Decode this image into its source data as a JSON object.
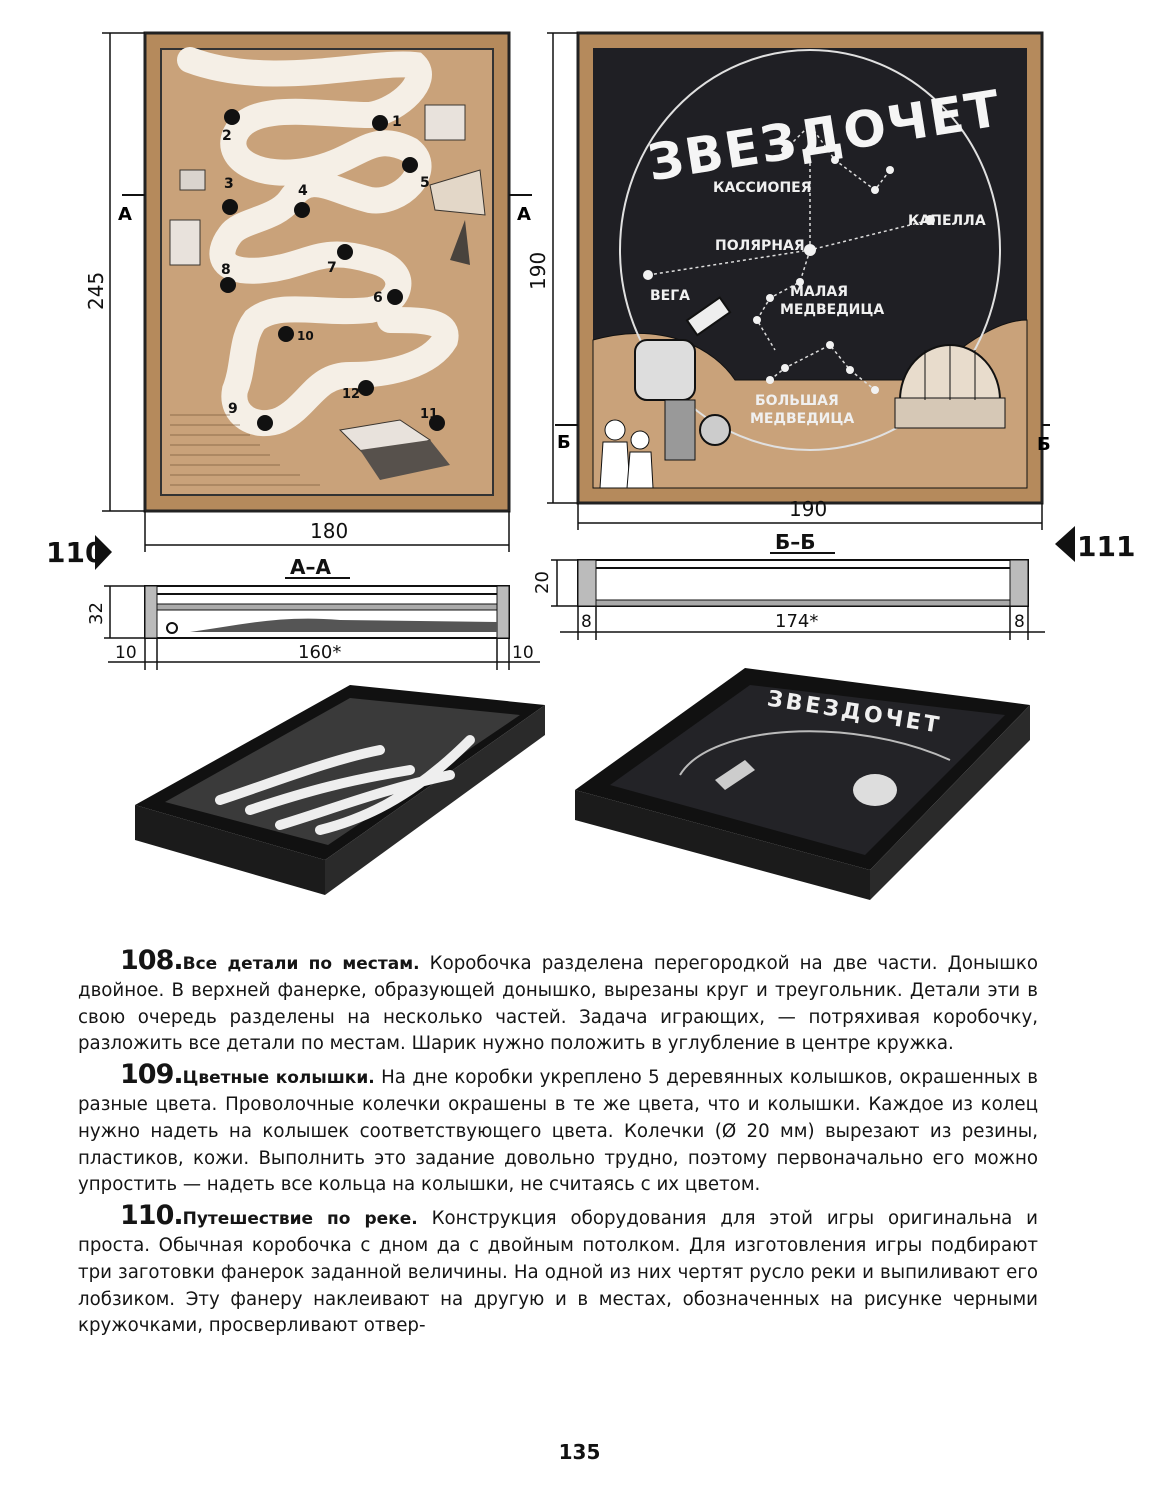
{
  "figure_labels": {
    "fig110_number": "110",
    "fig111_number": "111",
    "section_a": "А",
    "section_b": "Б",
    "section_aa": "А–А",
    "section_bb": "Б–Б"
  },
  "dimensions": {
    "game110_height": "245",
    "game110_width": "180",
    "game111_height": "190",
    "game111_width": "190",
    "aa_height": "32",
    "aa_left": "10",
    "aa_inner": "160*",
    "aa_right": "10",
    "bb_height": "20",
    "bb_left": "8",
    "bb_inner": "174*",
    "bb_right": "8"
  },
  "river_game": {
    "holes": [
      "1",
      "2",
      "3",
      "4",
      "5",
      "6",
      "7",
      "8",
      "9",
      "10",
      "11",
      "12"
    ]
  },
  "star_game": {
    "title": "ЗВЕЗДОЧЕТ",
    "stars": [
      "КАССИОПЕЯ",
      "КАПЕЛЛА",
      "ПОЛЯРНАЯ",
      "ВЕГА",
      "МАЛАЯ",
      "МЕДВЕДИЦА",
      "БОЛЬШАЯ",
      "МЕДВЕДИЦА"
    ]
  },
  "box3d_title": "ЗВЕЗДОЧЕТ",
  "paragraphs": [
    {
      "number": "108.",
      "title": "Все детали по местам.",
      "text": " Коробочка разделена перегородкой на две части. Донышко двойное. В верхней фанерке, образующей донышко, вырезаны круг и треугольник. Детали эти в свою очередь разделены на несколько частей. Задача играющих, — потряхивая коробочку, разложить все детали по местам. Шарик нужно положить в углубление в центре кружка."
    },
    {
      "number": "109.",
      "title": "Цветные колышки.",
      "text": " На дне коробки укреплено 5 деревянных колышков, окрашенных в разные цвета. Проволочные колечки окрашены в те же цвета, что и колышки. Каждое из колец нужно надеть на колышек соответствующего цвета. Колечки (Ø 20 мм) вырезают из резины, пластиков, кожи. Выполнить это задание довольно трудно, поэтому первоначально его можно упростить — надеть все кольца на колышки, не считаясь с их цветом."
    },
    {
      "number": "110.",
      "title": "Путешествие по реке.",
      "text": " Конструкция оборудования для этой игры оригинальна и проста. Обычная коробочка с дном да с двойным потолком. Для изготовления игры подбирают три заготовки фанерок заданной величины. На одной из них чертят русло реки и выпиливают его лобзиком. Эту фанеру наклеивают на другую и в местах, обозначенных на рисунке черными кружочками, просверливают отвер-"
    }
  ],
  "page_number": "135",
  "colors": {
    "wood": "#c9a27a",
    "frame": "#b58a5c",
    "river": "#f5efe6",
    "night": "#1f1f24",
    "ink": "#111111"
  }
}
